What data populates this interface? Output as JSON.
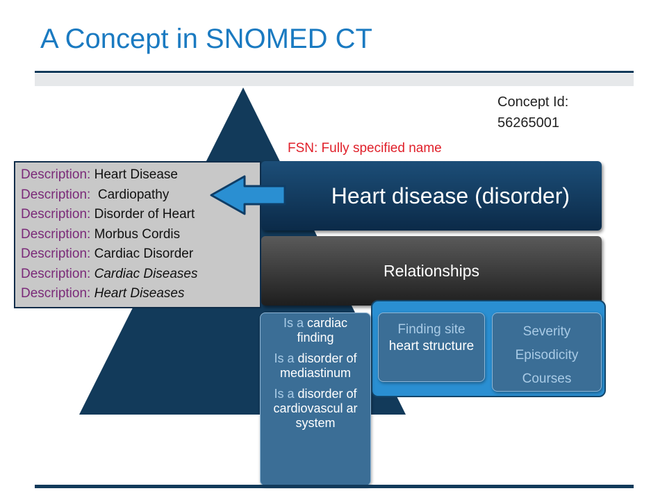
{
  "slide": {
    "title": "A Concept in SNOMED CT",
    "concept_id_label": "Concept Id:",
    "concept_id_value": "56265001",
    "fsn_label": "FSN: Fully specified name",
    "fsn": "Heart disease (disorder)",
    "relationships_label": "Relationships"
  },
  "descriptions": [
    {
      "key": "Description:",
      "value": "Heart Disease",
      "italic": false
    },
    {
      "key": "Description:",
      "value": " Cardiopathy",
      "italic": false
    },
    {
      "key": "Description:",
      "value": "Disorder of Heart",
      "italic": false
    },
    {
      "key": "Description:",
      "value": "Morbus Cordis",
      "italic": false
    },
    {
      "key": "Description:",
      "value": "Cardiac Disorder",
      "italic": false
    },
    {
      "key": "Description:",
      "value": "Cardiac Diseases",
      "italic": true
    },
    {
      "key": "Description:",
      "value": "Heart Diseases",
      "italic": true
    }
  ],
  "is_a": [
    {
      "prefix": "Is a",
      "target": "cardiac finding"
    },
    {
      "prefix": "Is a",
      "target": "disorder of mediastinum"
    },
    {
      "prefix": "Is a",
      "target": "disorder of cardiovascul ar system"
    }
  ],
  "finding_site": {
    "prefix": "Finding site",
    "target": "heart structure"
  },
  "attributes": [
    "Severity",
    "Episodicity",
    "Courses"
  ],
  "colors": {
    "title": "#1a7ac1",
    "pyramid": "#123a5a",
    "fsn_bar": "#0b2a48",
    "fsn_label": "#e0202a",
    "description_key": "#7a2a78",
    "arrow": "#2a8fd2",
    "relationship_box": "#3b6e96"
  }
}
